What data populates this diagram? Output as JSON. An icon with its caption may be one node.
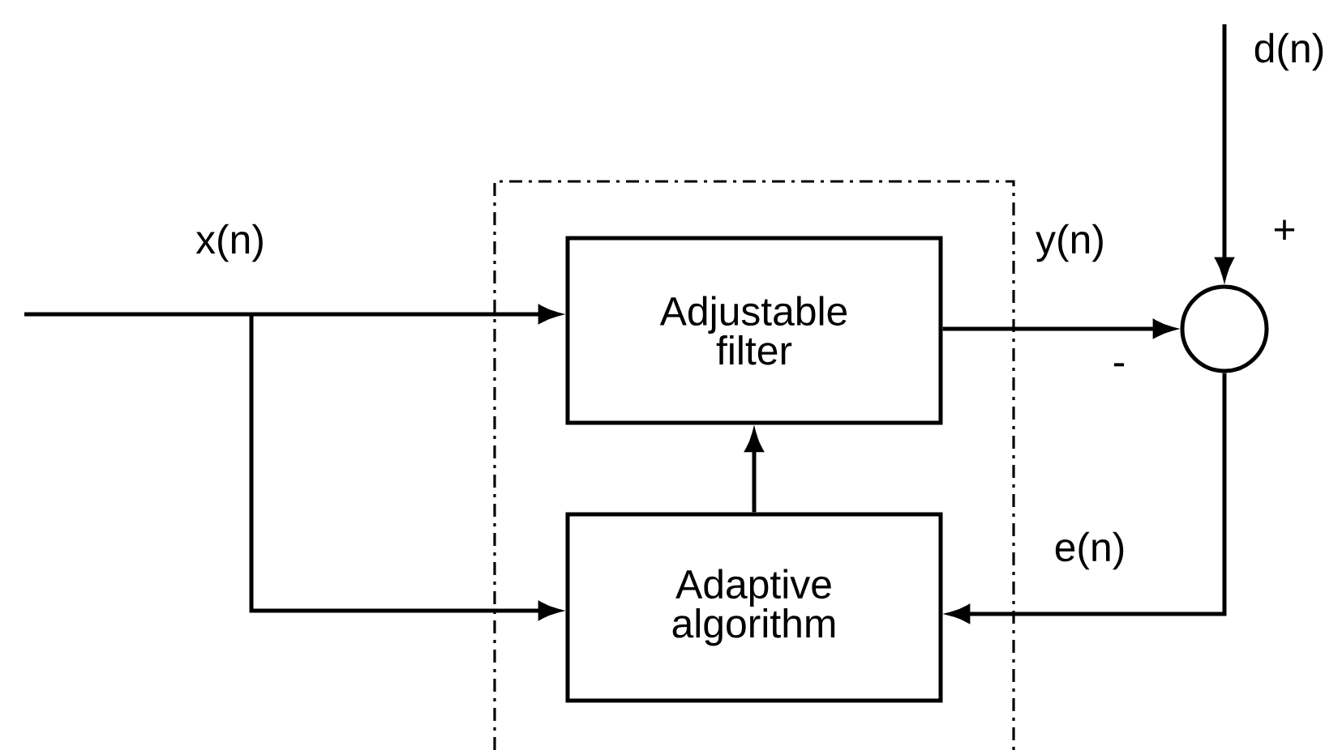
{
  "diagram": {
    "nodes": [
      {
        "text": [],
        "shape": "box"
      },
      {
        "text": [
          "Adjustable filter"
        ],
        "in": 0
      },
      {
        "text": [
          "Adaptive algorithm"
        ],
        "in": 0
      },
      {
        "text": [],
        "shape": "circle"
      }
    ],
    "edges": [
      {
        "from": null,
        "to": 1,
        "arrow": "to",
        "label": "x(n)"
      },
      {
        "from": null,
        "to": 2,
        "arrow": "to"
      },
      {
        "from": 1,
        "to": 3,
        "arrow": "to",
        "label": "y(n)"
      },
      {
        "from": null,
        "to": 3,
        "arrow": "to",
        "label": "d(n)"
      },
      {
        "from": 3,
        "to": 2,
        "arrow": "to",
        "label": "e(n)"
      },
      {
        "from": 2,
        "to": 1,
        "arrow": "to"
      }
    ],
    "labels": [
      "+",
      "-"
    ]
  }
}
